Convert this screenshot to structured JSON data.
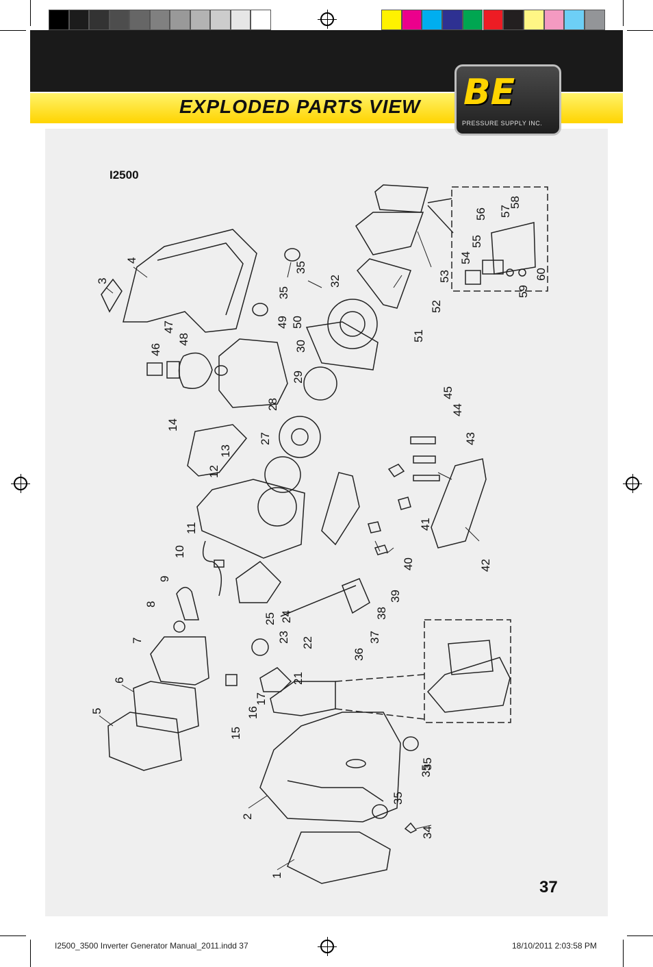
{
  "header": {
    "title": "EXPLODED PARTS VIEW",
    "logo_letters": "BE",
    "logo_text": "PRESSURE SUPPLY INC."
  },
  "model": "I2500",
  "page_number": "37",
  "footer": {
    "file": "I2500_3500 Inverter Generator Manual_2011.indd   37",
    "date": "18/10/2011   2:03:58 PM"
  },
  "colors": {
    "header_black": "#1a1a1a",
    "header_yellow": "#ffd400",
    "gray_steps": [
      "#000000",
      "#1c1c1c",
      "#333333",
      "#4d4d4d",
      "#666666",
      "#808080",
      "#999999",
      "#b3b3b3",
      "#cccccc",
      "#e6e6e6",
      "#ffffff"
    ],
    "process_colors": [
      "#fff200",
      "#ec008c",
      "#00aeef",
      "#2e3192",
      "#00a651",
      "#ed1c24",
      "#231f20",
      "#fff685",
      "#f49ac1",
      "#6dcff6",
      "#939598"
    ]
  },
  "part_numbers": [
    "1",
    "2",
    "3",
    "4",
    "5",
    "6",
    "7",
    "8",
    "9",
    "10",
    "11",
    "12",
    "13",
    "14",
    "15",
    "16",
    "17",
    "21",
    "22",
    "23",
    "24",
    "25",
    "27",
    "28",
    "29",
    "30",
    "32",
    "34",
    "35",
    "35",
    "35",
    "35",
    "35",
    "36",
    "37",
    "38",
    "39",
    "40",
    "41",
    "42",
    "43",
    "44",
    "45",
    "46",
    "47",
    "48",
    "49",
    "50",
    "51",
    "52",
    "53",
    "54",
    "55",
    "56",
    "57",
    "58",
    "59",
    "60"
  ]
}
